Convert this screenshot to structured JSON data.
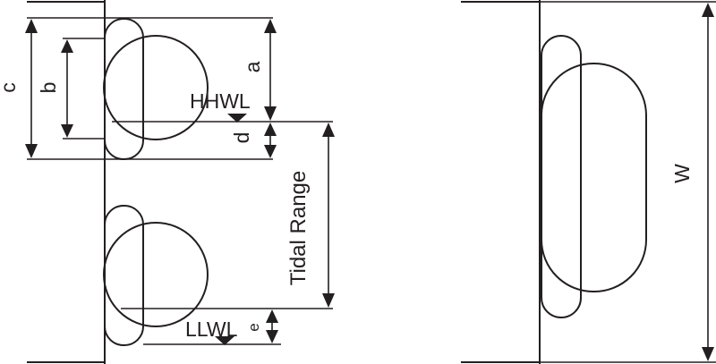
{
  "colors": {
    "line": "#231f20",
    "background": "#ffffff"
  },
  "labels": {
    "a": "a",
    "b": "b",
    "c": "c",
    "d": "d",
    "e": "e",
    "hhwl": "HHWL",
    "llwl": "LLWL",
    "tidal_range": "Tidal Range",
    "w": "W"
  }
}
